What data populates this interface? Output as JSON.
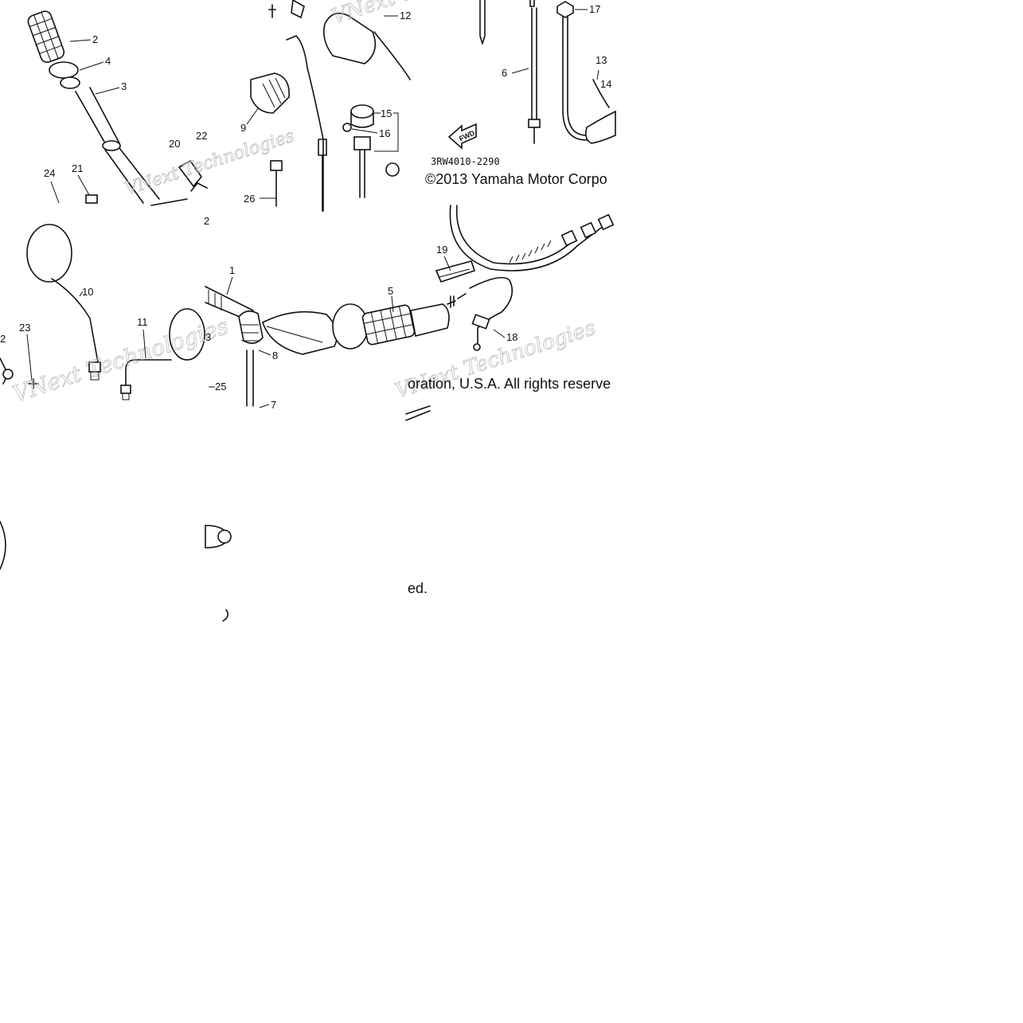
{
  "diagram": {
    "part_code": "3RW4010-2290",
    "copyright_line_1": "©2013 Yamaha Motor Corpo",
    "copyright_line_2": "oration, U.S.A. All rights reserve",
    "copyright_line_3": "ed.",
    "direction_marker": "FWD",
    "watermark_text": "VNext Technologies",
    "callouts": {
      "c1": "1",
      "c2": "2",
      "c2b": "2",
      "c2c": "2",
      "c3": "3",
      "c3b": "3",
      "c4": "4",
      "c5": "5",
      "c6": "6",
      "c7": "7",
      "c8": "8",
      "c9": "9",
      "c10": "10",
      "c11": "11",
      "c12": "12",
      "c13": "13",
      "c14": "14",
      "c15": "15",
      "c16": "16",
      "c17": "17",
      "c18": "18",
      "c19": "19",
      "c20": "20",
      "c21": "21",
      "c22": "22",
      "c23": "23",
      "c24": "24",
      "c25": "25",
      "c26": "26"
    }
  }
}
